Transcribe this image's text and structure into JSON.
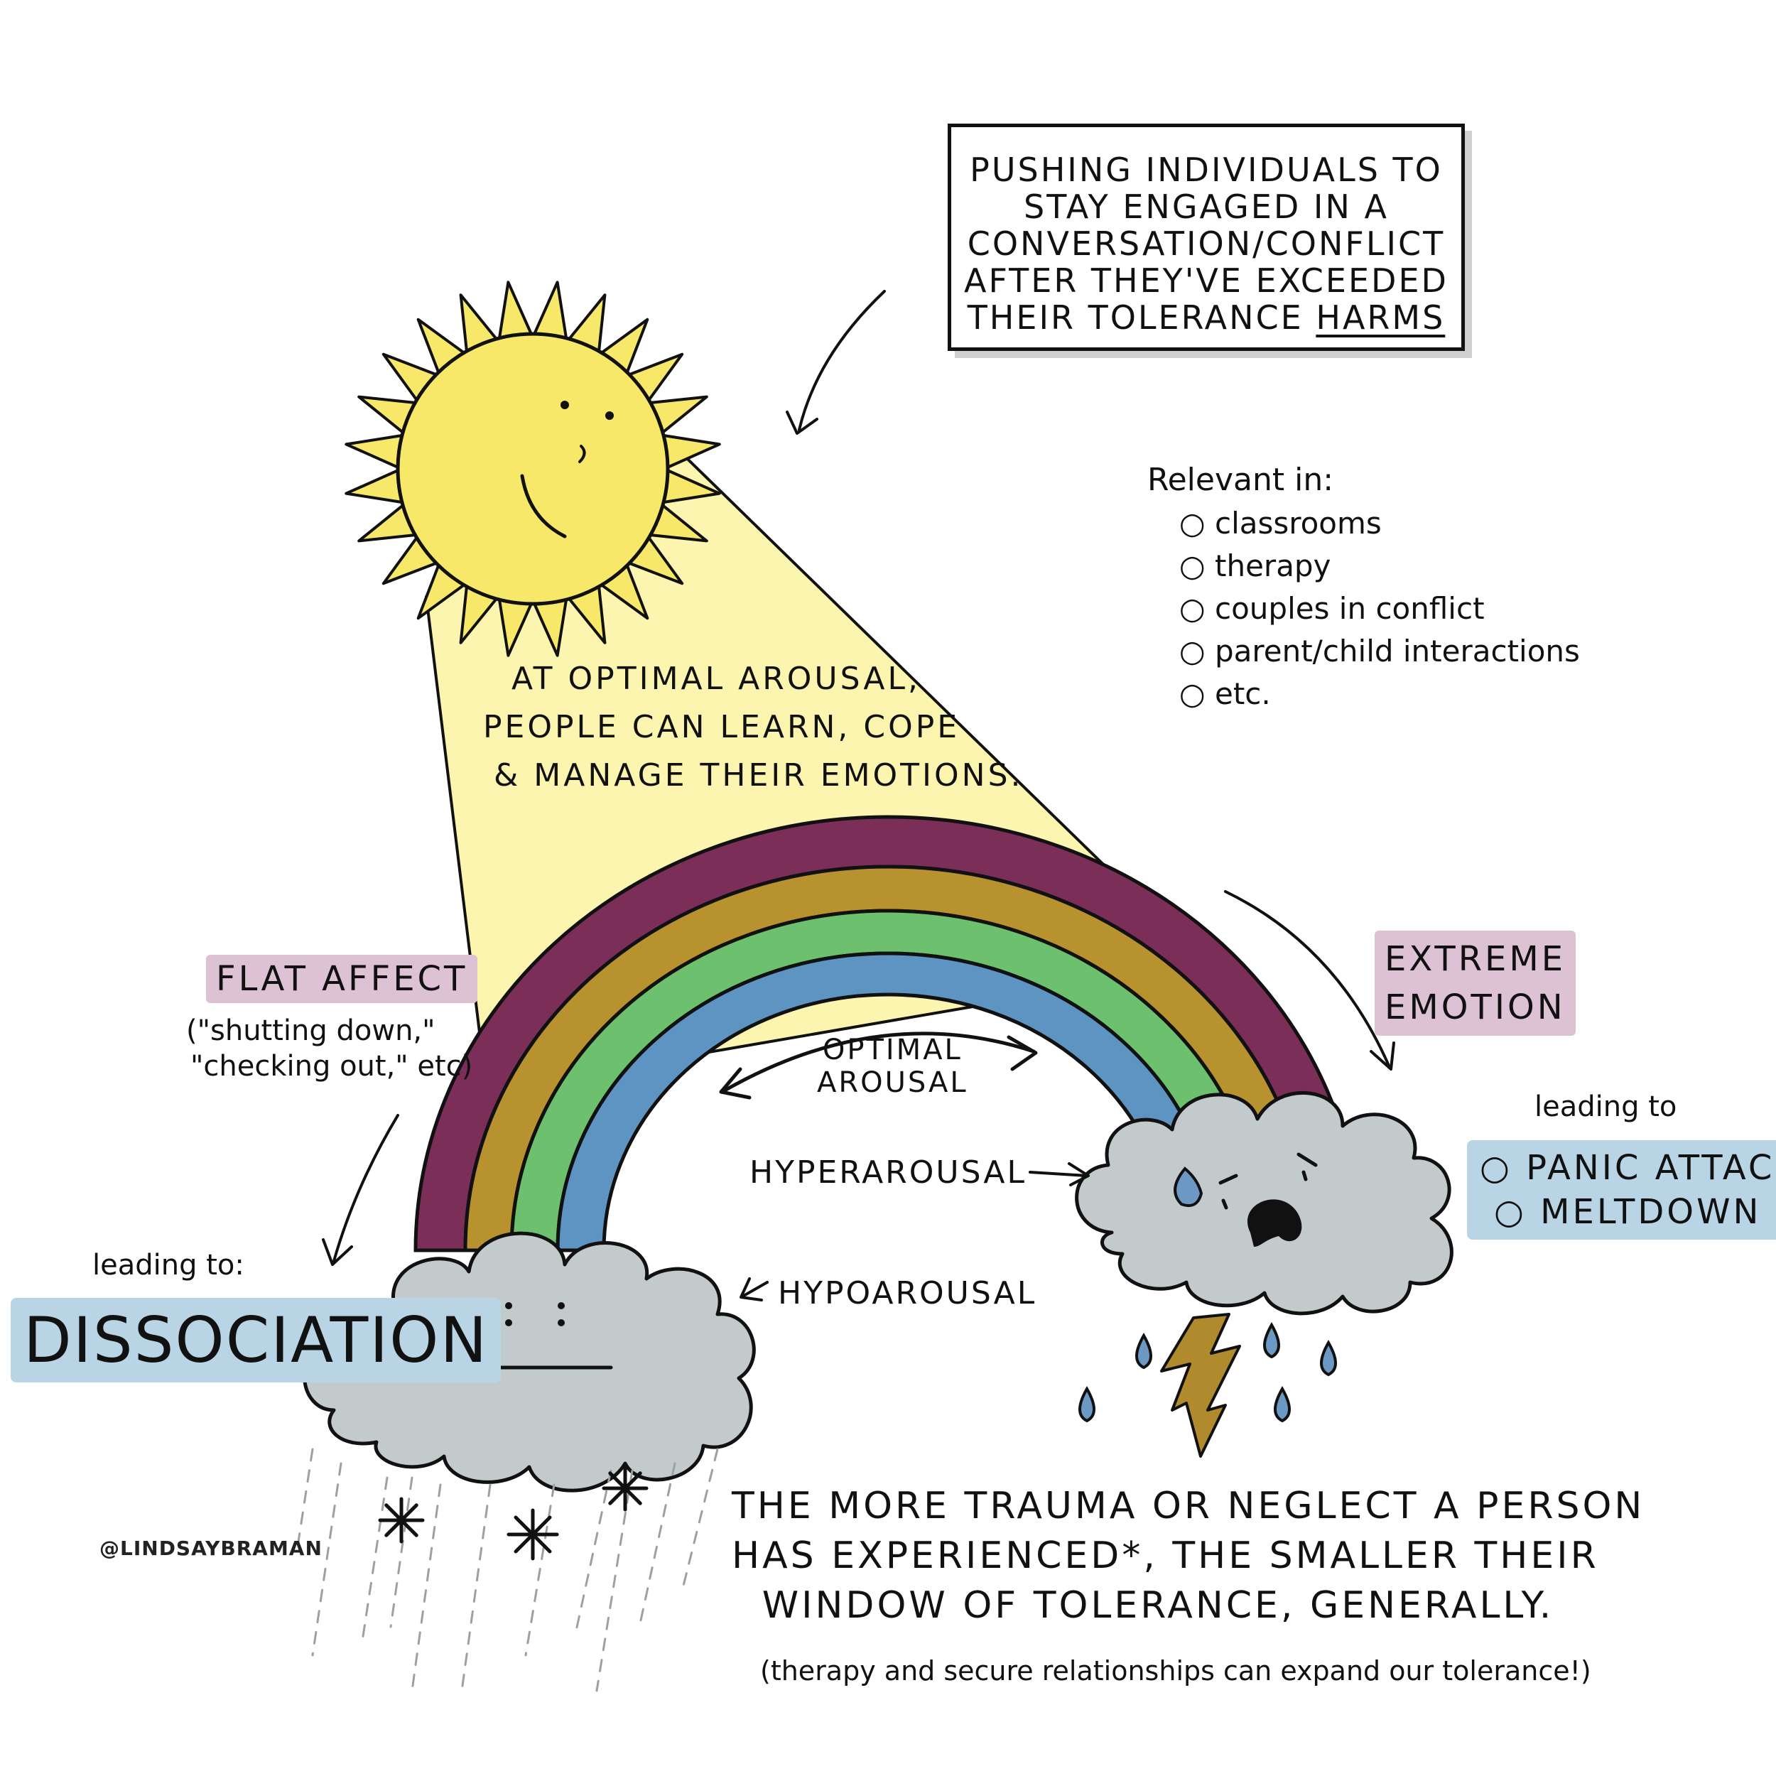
{
  "callout": {
    "line1": "PUSHING INDIVIDUALS TO",
    "line2": "STAY ENGAGED IN A",
    "line3": "CONVERSATION/CONFLICT",
    "line4": "AFTER THEY'VE EXCEEDED",
    "line5a": "THEIR TOLERANCE",
    "line5b": "HARMS"
  },
  "relevant": {
    "heading": "Relevant in:",
    "items": [
      "classrooms",
      "therapy",
      "couples in conflict",
      "parent/child interactions",
      "etc."
    ]
  },
  "sun_text": {
    "line1": "AT OPTIMAL AROUSAL,",
    "line2": "PEOPLE CAN LEARN, COPE",
    "line3": "& MANAGE THEIR EMOTIONS."
  },
  "flat_affect": {
    "title": "FLAT AFFECT",
    "sub1": "(\"shutting down,\"",
    "sub2": "\"checking out,\" etc)"
  },
  "extreme": {
    "line1": "EXTREME",
    "line2": "EMOTION"
  },
  "leading_left": {
    "label": "leading to:",
    "outcome": "DISSOCIATION"
  },
  "leading_right": {
    "label": "leading to",
    "items": [
      "PANIC ATTACK",
      "MELTDOWN"
    ]
  },
  "rainbow_labels": {
    "optimal1": "OPTIMAL",
    "optimal2": "AROUSAL",
    "hyper": "HYPERAROUSAL",
    "hypo": "HYPOAROUSAL"
  },
  "bottom": {
    "line1": "THE MORE TRAUMA OR NEGLECT A PERSON",
    "line2": "HAS EXPERIENCED*, THE SMALLER THEIR",
    "line3": "WINDOW OF TOLERANCE, GENERALLY.",
    "note": "(therapy and secure relationships can expand our tolerance!)"
  },
  "credit": "@LINDSAYBRAMAN",
  "colors": {
    "sun": "#f7e86a",
    "beam": "#fbf5b0",
    "purple": "#7a2e58",
    "gold": "#b8922e",
    "green": "#6cc06e",
    "blue": "#5d94c2",
    "cloud": "#c3cacc",
    "drop": "#6c98c4",
    "bolt": "#b28a2e",
    "pink_highlight": "#dcc2d2",
    "blue_highlight": "#b9d4e4"
  },
  "icons": [
    "sun-icon",
    "rainbow-icon",
    "calm-cloud-icon",
    "storm-cloud-icon",
    "snowflake-icon",
    "raindrop-icon",
    "lightning-icon",
    "arrow-icon"
  ]
}
